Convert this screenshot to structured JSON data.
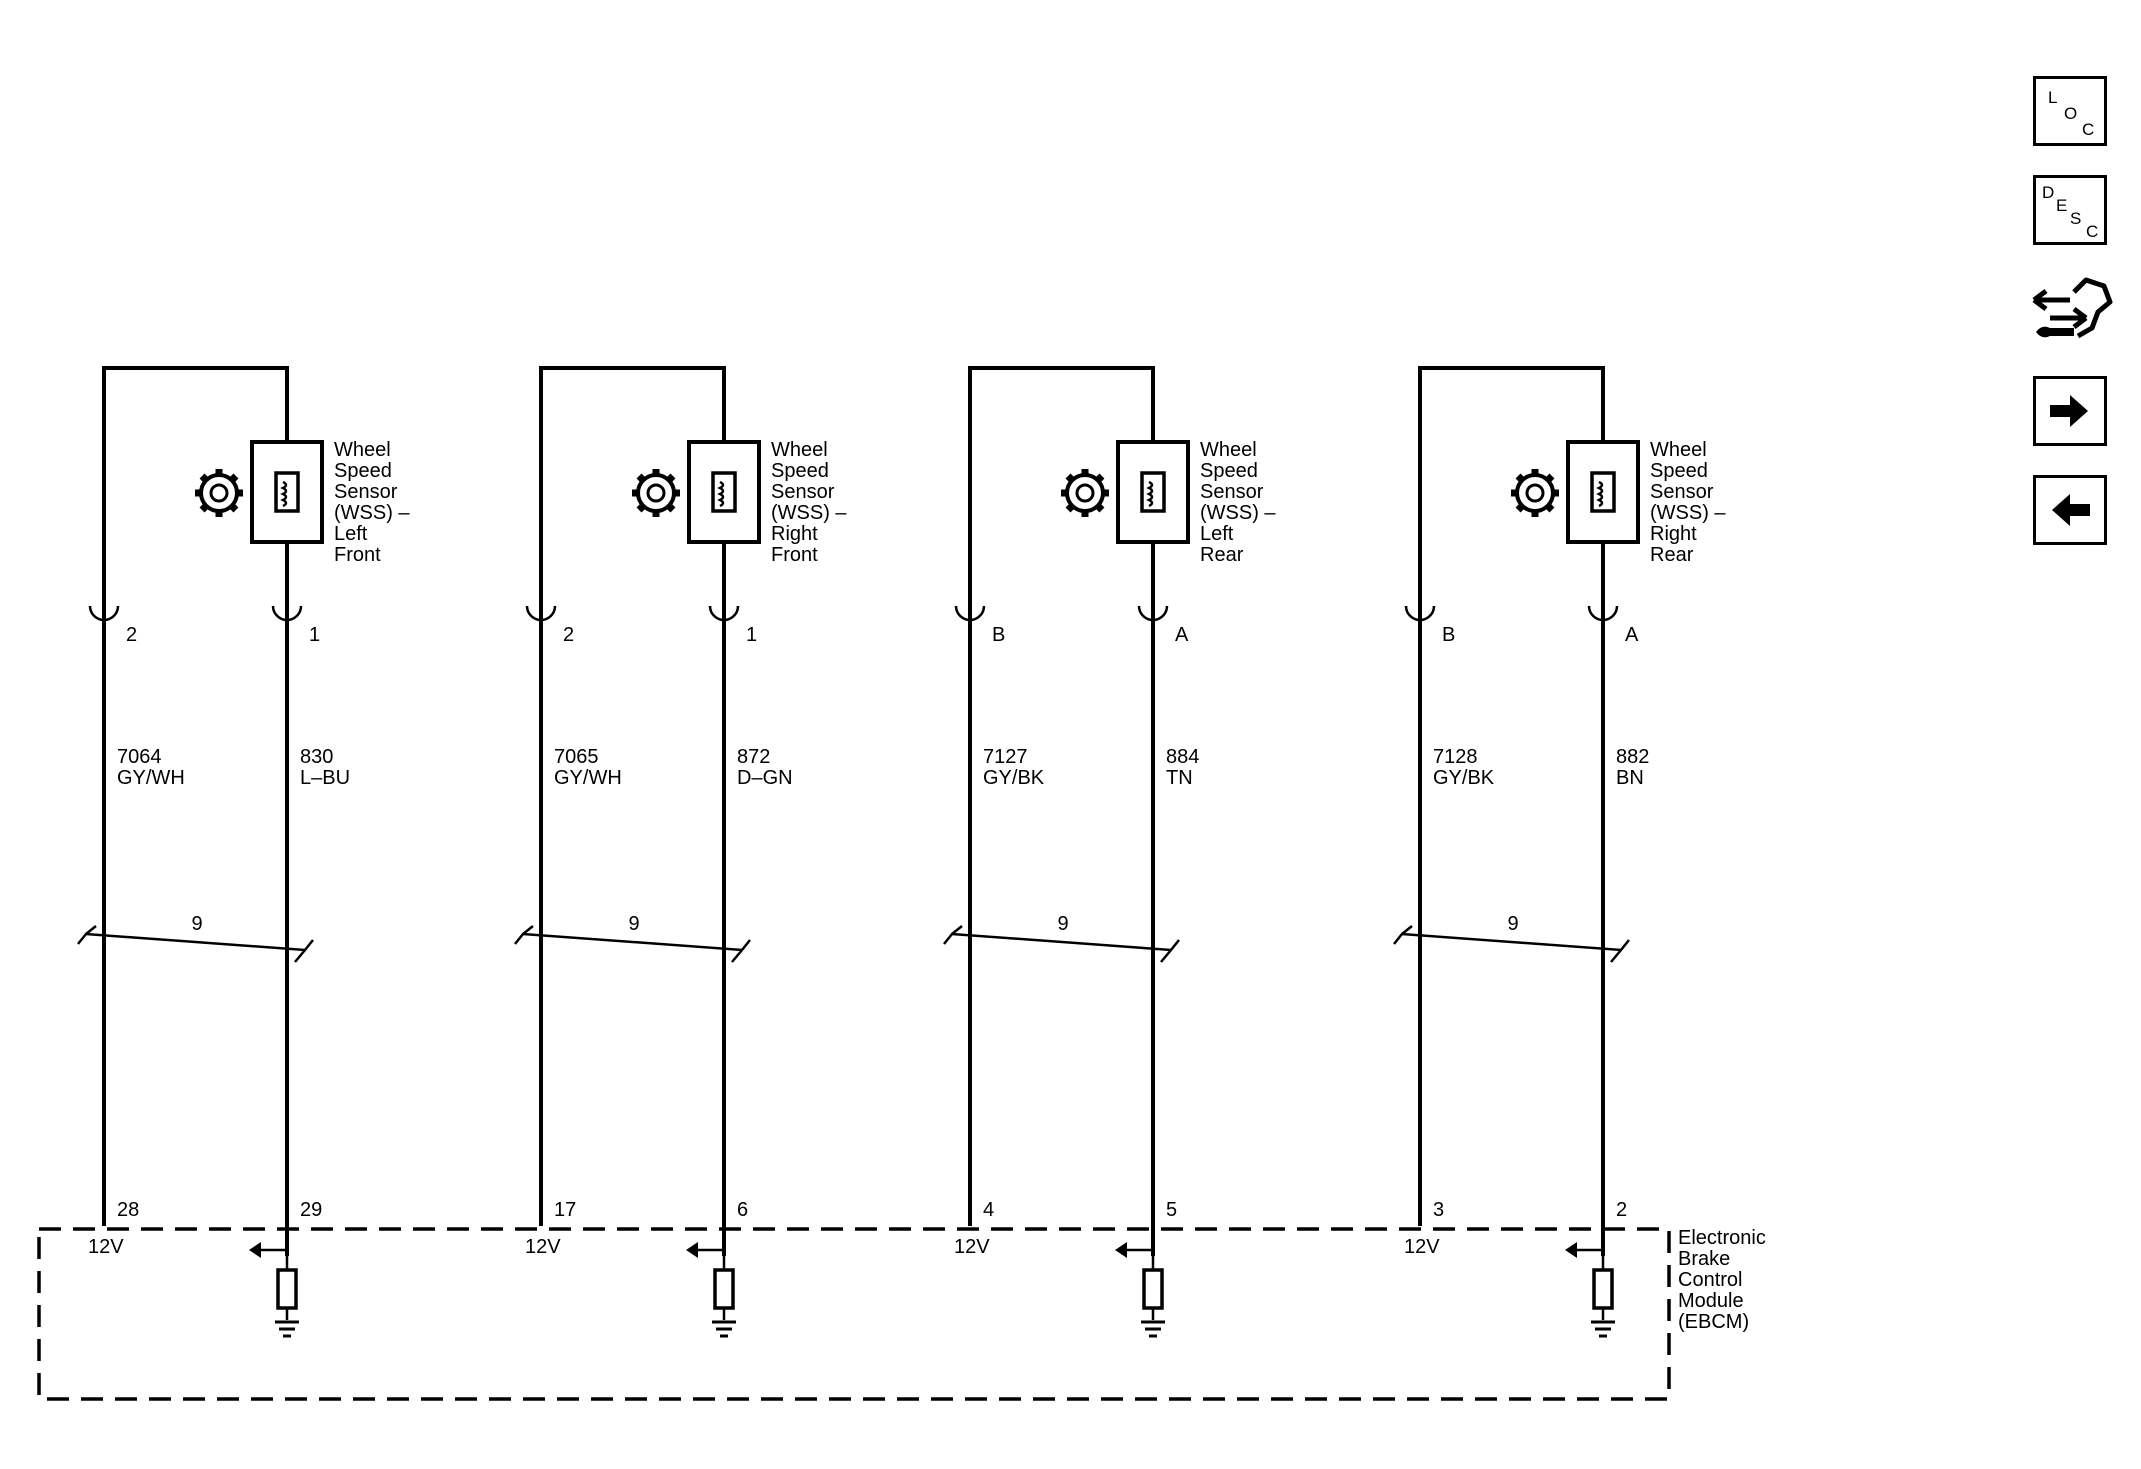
{
  "nav": {
    "loc": [
      "L",
      "O",
      "C"
    ],
    "desc": [
      "D",
      "E",
      "S",
      "C"
    ],
    "icons": [
      "connector-end-view-icon",
      "next-arrow-icon",
      "previous-arrow-icon"
    ]
  },
  "sensors": [
    {
      "label": [
        "Wheel",
        "Speed",
        "Sensor",
        "(WSS) –",
        "Left",
        "Front"
      ],
      "pinA": "2",
      "pinB": "1",
      "wireA": {
        "circuit": "7064",
        "color": "GY/WH"
      },
      "wireB": {
        "circuit": "830",
        "color": "L–BU"
      },
      "twist": "9",
      "ebcmA": "28",
      "ebcmB": "29",
      "supply": "12V"
    },
    {
      "label": [
        "Wheel",
        "Speed",
        "Sensor",
        "(WSS) –",
        "Right",
        "Front"
      ],
      "pinA": "2",
      "pinB": "1",
      "wireA": {
        "circuit": "7065",
        "color": "GY/WH"
      },
      "wireB": {
        "circuit": "872",
        "color": "D–GN"
      },
      "twist": "9",
      "ebcmA": "17",
      "ebcmB": "6",
      "supply": "12V"
    },
    {
      "label": [
        "Wheel",
        "Speed",
        "Sensor",
        "(WSS) –",
        "Left",
        "Rear"
      ],
      "pinA": "B",
      "pinB": "A",
      "wireA": {
        "circuit": "7127",
        "color": "GY/BK"
      },
      "wireB": {
        "circuit": "884",
        "color": "TN"
      },
      "twist": "9",
      "ebcmA": "4",
      "ebcmB": "5",
      "supply": "12V"
    },
    {
      "label": [
        "Wheel",
        "Speed",
        "Sensor",
        "(WSS) –",
        "Right",
        "Rear"
      ],
      "pinA": "B",
      "pinB": "A",
      "wireA": {
        "circuit": "7128",
        "color": "GY/BK"
      },
      "wireB": {
        "circuit": "882",
        "color": "BN"
      },
      "twist": "9",
      "ebcmA": "3",
      "ebcmB": "2",
      "supply": "12V"
    }
  ],
  "module": {
    "label": [
      "Electronic",
      "Brake",
      "Control",
      "Module",
      "(EBCM)"
    ]
  }
}
